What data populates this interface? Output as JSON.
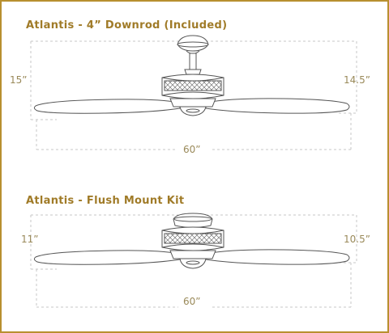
{
  "colors": {
    "border": "#b8902f",
    "title": "#a07b28",
    "dimension_text": "#9a8a5a",
    "guide_line": "#c7c7c7",
    "drawing": "#555555"
  },
  "diagrams": [
    {
      "title": "Atlantis - 4” Downrod (Included)",
      "left_height": "15”",
      "right_height": "14.5”",
      "span": "60”"
    },
    {
      "title": "Atlantis - Flush Mount Kit",
      "left_height": "11”",
      "right_height": "10.5”",
      "span": "60”"
    }
  ]
}
